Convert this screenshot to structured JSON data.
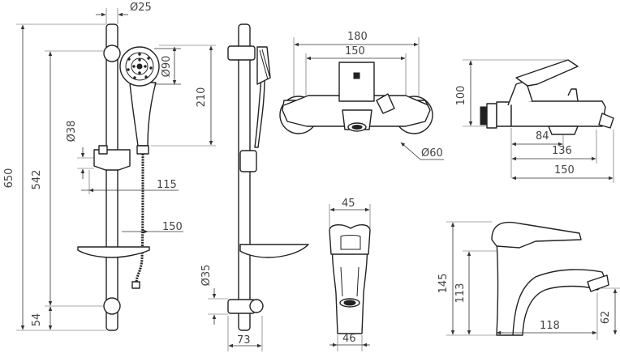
{
  "diagram": {
    "shower_set_front": {
      "dim_total_height": "650",
      "dim_rail_height": "542",
      "dim_bottom": "54",
      "dim_rail_diameter": "Ø25",
      "dim_holder_diameter": "Ø38",
      "dim_hose_offset": "115",
      "dim_soap_dish": "150",
      "dim_head_diameter": "Ø90",
      "dim_head_length": "210"
    },
    "shower_set_side": {
      "dim_bracket_diameter": "Ø35",
      "dim_depth": "73"
    },
    "bath_mixer_front": {
      "dim_overall_width": "180",
      "dim_inlet_spacing": "150",
      "dim_flange_diameter": "Ø60"
    },
    "bath_mixer_side": {
      "dim_height": "100",
      "dim_spout_84": "84",
      "dim_spout_136": "136",
      "dim_depth_150": "150"
    },
    "basin_mixer_front": {
      "dim_top_width": "45",
      "dim_base_width": "46"
    },
    "basin_mixer_side": {
      "dim_total_height": "145",
      "dim_spout_height": "113",
      "dim_outlet_height": "62",
      "dim_spout_reach": "118"
    }
  }
}
